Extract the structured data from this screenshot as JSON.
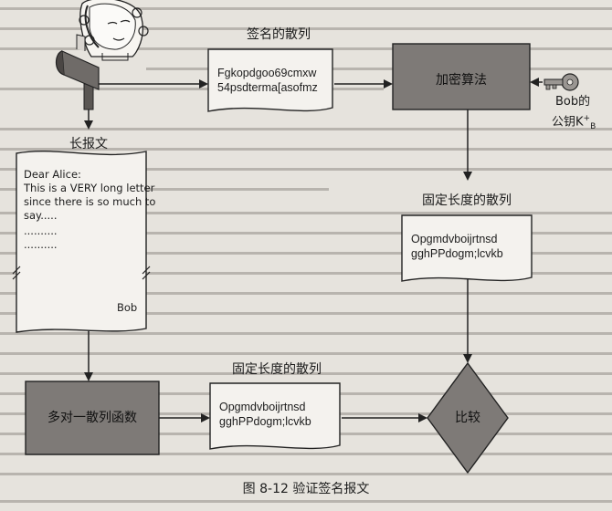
{
  "labels": {
    "signed_hash": "签名的散列",
    "long_message": "长报文",
    "fixed_hash_top": "固定长度的散列",
    "fixed_hash_bottom": "固定长度的散列",
    "bob_key_line1": "Bob的",
    "bob_key_line2": "公钥K",
    "bob_key_sup": "+",
    "bob_key_sub": "B",
    "caption": "图 8-12   验证签名报文"
  },
  "boxes": {
    "signed_hash_text": [
      "Fgkopdgoo69cmxw",
      "54psdterma[asofmz"
    ],
    "encrypt_algo": "加密算法",
    "fixed_hash_top_text": [
      "Opgmdvboijrtnsd",
      "gghPPdogm;lcvkb"
    ],
    "hash_function": "多对一散列函数",
    "fixed_hash_bottom_text": [
      "Opgmdvboijrtnsd",
      "gghPPdogm;lcvkb"
    ],
    "compare": "比较"
  },
  "letter": {
    "lines": [
      "Dear Alice:",
      "This is a VERY long letter",
      "since there is so much to",
      "say.....",
      "..........",
      ".........."
    ],
    "signature": "Bob"
  },
  "colors": {
    "box_fill": "#7e7a77",
    "background": "#e6e3dd",
    "paper": "#f4f2ee",
    "key": "#9a9692"
  }
}
